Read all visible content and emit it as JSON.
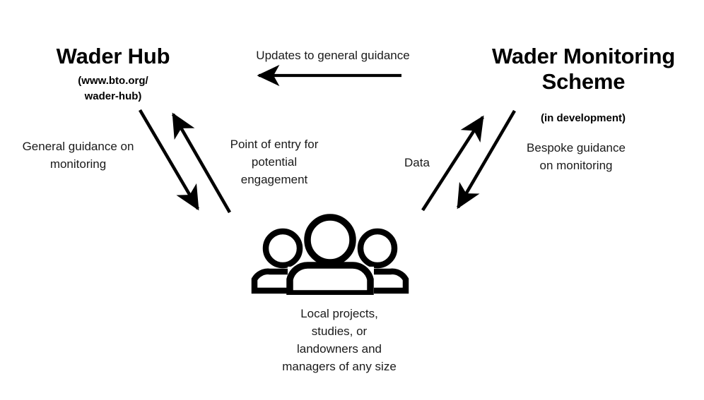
{
  "diagram": {
    "title_hidden": "Wader Hub and Wader Monitoring Scheme engagement diagram",
    "background_color": "#ffffff",
    "stroke_color": "#000000",
    "text_color": "#1a1a1a"
  },
  "nodes": {
    "wader_hub": {
      "title": "Wader Hub",
      "subtitle": "(www.bto.org/\nwader-hub)"
    },
    "wader_monitoring_scheme": {
      "title": "Wader Monitoring\nScheme",
      "subtitle": "(in development)"
    },
    "local_people": {
      "icon": "three-people-icon",
      "caption": "Local projects,\nstudies, or\nlandowners and\nmanagers of any size"
    }
  },
  "edges": {
    "updates": {
      "label": "Updates to general guidance",
      "direction": "right-to-left",
      "from": "wader_monitoring_scheme",
      "to": "wader_hub"
    },
    "general_guidance": {
      "label": "General guidance on\nmonitoring",
      "direction": "down-right",
      "from": "wader_hub",
      "to": "local_people"
    },
    "point_of_entry": {
      "label": "Point of entry for\npotential\nengagement",
      "direction": "up-left",
      "from": "local_people",
      "to": "wader_hub"
    },
    "data": {
      "label": "Data",
      "direction": "up-right",
      "from": "local_people",
      "to": "wader_monitoring_scheme"
    },
    "bespoke_guidance": {
      "label": "Bespoke guidance\non monitoring",
      "direction": "down-left",
      "from": "wader_monitoring_scheme",
      "to": "local_people"
    }
  }
}
